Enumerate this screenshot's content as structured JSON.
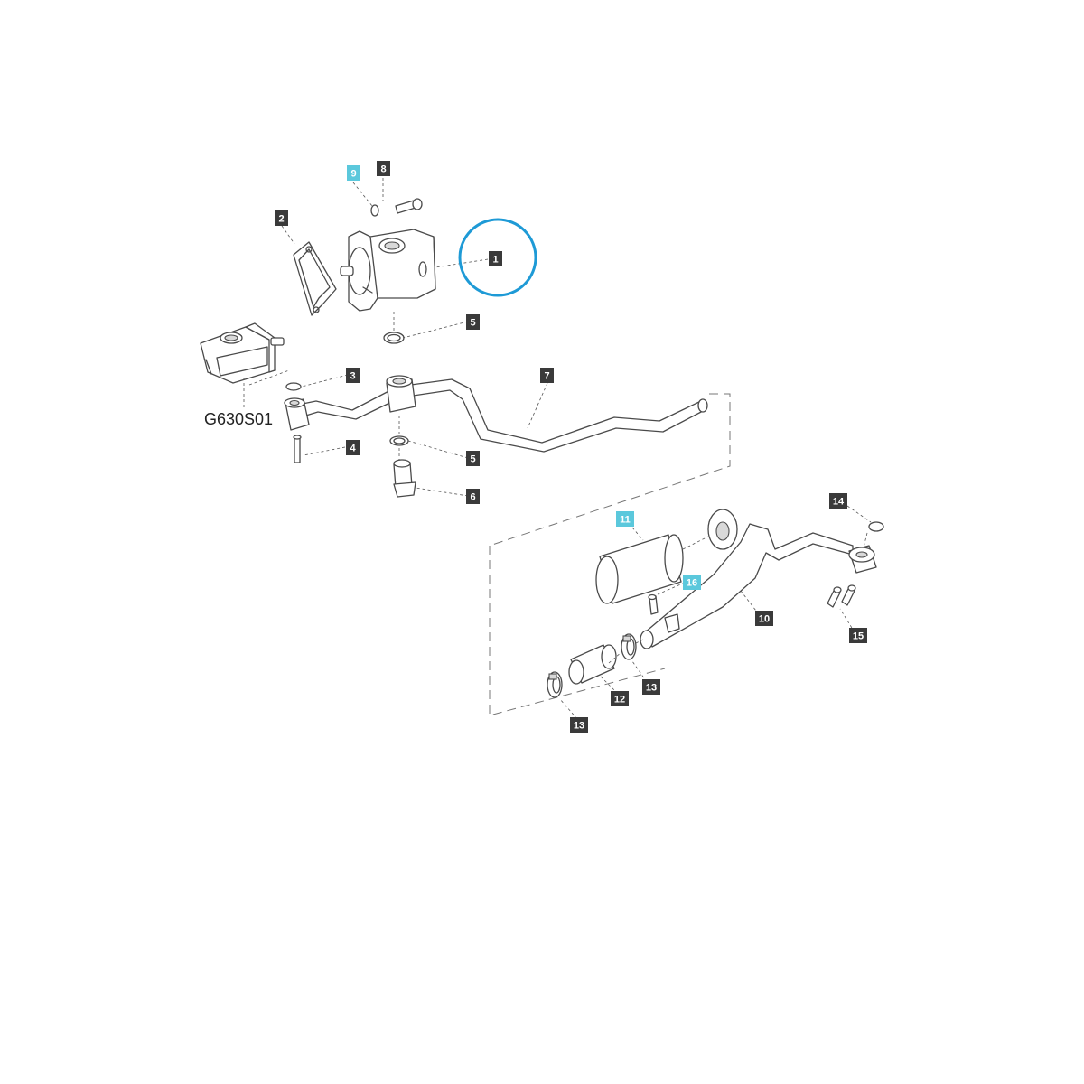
{
  "reference_code": "G630S01",
  "highlight_color": "#1e9ad6",
  "callout_color": "#3a3a3a",
  "callout_highlight_color": "#5bc8dc",
  "callouts": {
    "c1": "1",
    "c2": "2",
    "c3": "3",
    "c4": "4",
    "c5a": "5",
    "c5b": "5",
    "c6": "6",
    "c7": "7",
    "c8": "8",
    "c9": "9",
    "c10": "10",
    "c11": "11",
    "c12": "12",
    "c13a": "13",
    "c13b": "13",
    "c14": "14",
    "c15": "15",
    "c16": "16"
  },
  "highlighted_callouts": [
    "9",
    "11",
    "16"
  ],
  "selected_part": "1",
  "icons": [
    "hydraulic-pump-icon",
    "gasket-icon",
    "pipe-icon",
    "filter-icon",
    "clamp-icon"
  ]
}
